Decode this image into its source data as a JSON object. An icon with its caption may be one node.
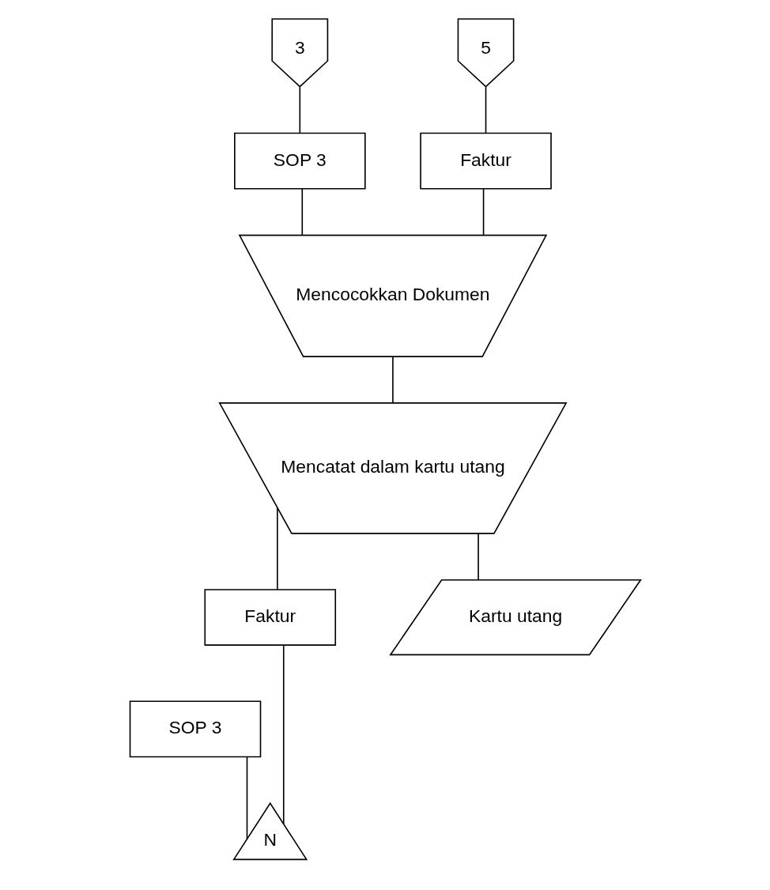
{
  "diagram": {
    "nodes": [
      {
        "text": [
          "3"
        ]
      },
      {
        "text": [
          "5"
        ]
      },
      {
        "text": [
          "SOP 3"
        ]
      },
      {
        "text": [
          "Faktur"
        ]
      },
      {
        "text": [
          "Mencocokkan Dokumen"
        ]
      },
      {
        "text": [
          "Mencatat dalam kartu utang"
        ]
      },
      {
        "text": [
          "Faktur"
        ]
      },
      {
        "text": [
          "SOP 3"
        ]
      },
      {
        "text": [
          "Kartu utang"
        ]
      },
      {
        "text": [
          "N"
        ]
      }
    ],
    "edges": [
      {
        "from": 0,
        "to": 2,
        "arrow": "none"
      },
      {
        "from": 1,
        "to": 3,
        "arrow": "none"
      },
      {
        "from": 2,
        "to": 4,
        "arrow": "none"
      },
      {
        "from": 3,
        "to": 4,
        "arrow": "none"
      },
      {
        "from": 4,
        "to": 5,
        "arrow": "none"
      },
      {
        "from": 5,
        "to": 6,
        "arrow": "none"
      },
      {
        "from": 5,
        "to": 8,
        "arrow": "none"
      },
      {
        "from": 6,
        "to": 9,
        "arrow": "none"
      },
      {
        "from": 7,
        "to": 9,
        "arrow": "none"
      }
    ]
  }
}
